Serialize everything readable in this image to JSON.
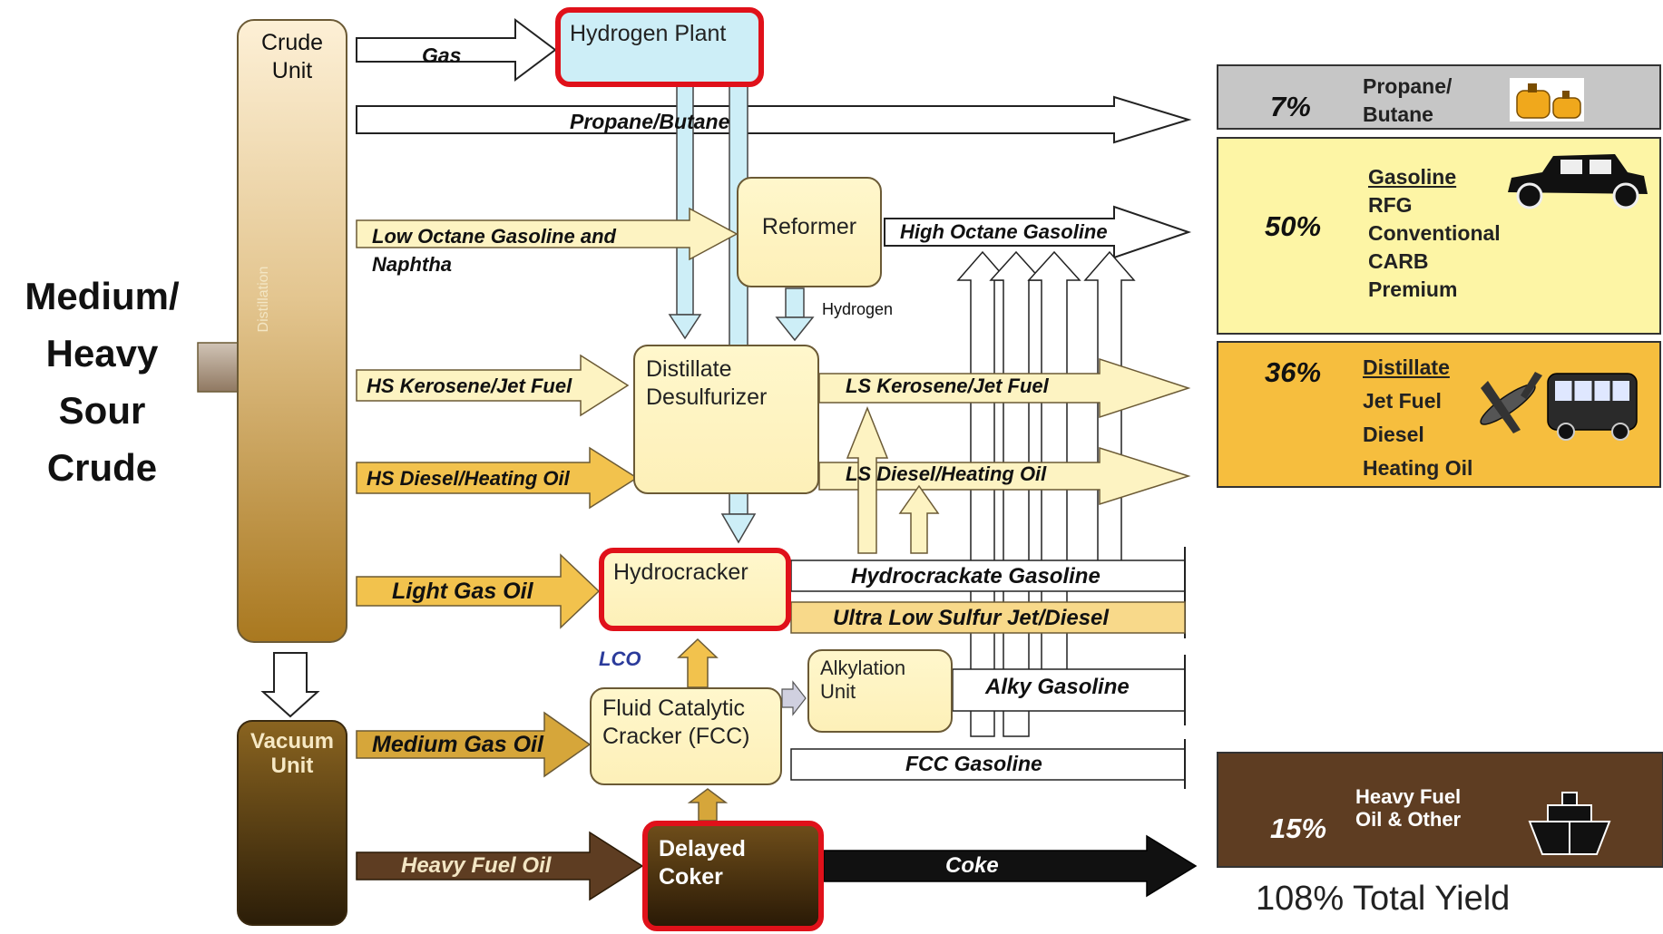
{
  "feed": {
    "line1": "Medium/",
    "line2": "Heavy",
    "line3": "Sour",
    "line4": "Crude"
  },
  "units": {
    "crude": {
      "line1": "Crude",
      "line2": "Unit",
      "vertical": "Distillation"
    },
    "vacuum": {
      "line1": "Vacuum",
      "line2": "Unit"
    },
    "hydrogen_plant": "Hydrogen Plant",
    "reformer": "Reformer",
    "distillate_desulfurizer": {
      "line1": "Distillate",
      "line2": "Desulfurizer"
    },
    "hydrocracker": "Hydrocracker",
    "fcc": {
      "line1": "Fluid Catalytic",
      "line2": "Cracker (FCC)"
    },
    "alkylation": {
      "line1": "Alkylation",
      "line2": "Unit"
    },
    "coker": {
      "line1": "Delayed",
      "line2": "Coker"
    }
  },
  "streams": {
    "gas": "Gas",
    "propane_butane": "Propane/Butane",
    "low_octane": {
      "line1": "Low Octane Gasoline and",
      "line2": "Naphtha"
    },
    "high_octane": "High Octane Gasoline",
    "hydrogen": "Hydrogen",
    "hs_kerosene": "HS Kerosene/Jet Fuel",
    "ls_kerosene": "LS Kerosene/Jet Fuel",
    "hs_diesel": "HS Diesel/Heating Oil",
    "ls_diesel": "LS Diesel/Heating Oil",
    "light_gas_oil": "Light Gas Oil",
    "hydrocrackate": "Hydrocrackate Gasoline",
    "ulsd": "Ultra Low Sulfur Jet/Diesel",
    "lco": "LCO",
    "alky_gasoline": "Alky Gasoline",
    "medium_gas_oil": "Medium Gas Oil",
    "fcc_gasoline": "FCC Gasoline",
    "heavy_fuel_oil": "Heavy Fuel Oil",
    "coke": "Coke"
  },
  "products": {
    "propane": {
      "percent": "7%",
      "line1": "Propane/",
      "line2": "Butane",
      "icon": "propane-tank-icon"
    },
    "gasoline": {
      "percent": "50%",
      "items": [
        "Gasoline",
        "RFG",
        "Conventional",
        "CARB",
        "Premium"
      ],
      "icon": "car-icon"
    },
    "distillate": {
      "percent": "36%",
      "items": [
        "Distillate",
        "Jet Fuel",
        "Diesel",
        "Heating Oil"
      ],
      "icons": [
        "airplane-icon",
        "bus-icon"
      ]
    },
    "heavy_fuel": {
      "percent": "15%",
      "line1": "Heavy Fuel",
      "line2": "Oil & Other",
      "icon": "ship-icon"
    }
  },
  "total_yield": "108% Total Yield",
  "colors": {
    "gold": "#f2c24d",
    "pale_yellow": "#fdf3c2",
    "light_blue": "#cdeef7",
    "brown": "#5e3d22",
    "distillate_bg": "#f6be3e",
    "gasoline_bg": "#fdf5a5",
    "propane_bg": "#c6c6c6",
    "red": "#e0111a"
  }
}
